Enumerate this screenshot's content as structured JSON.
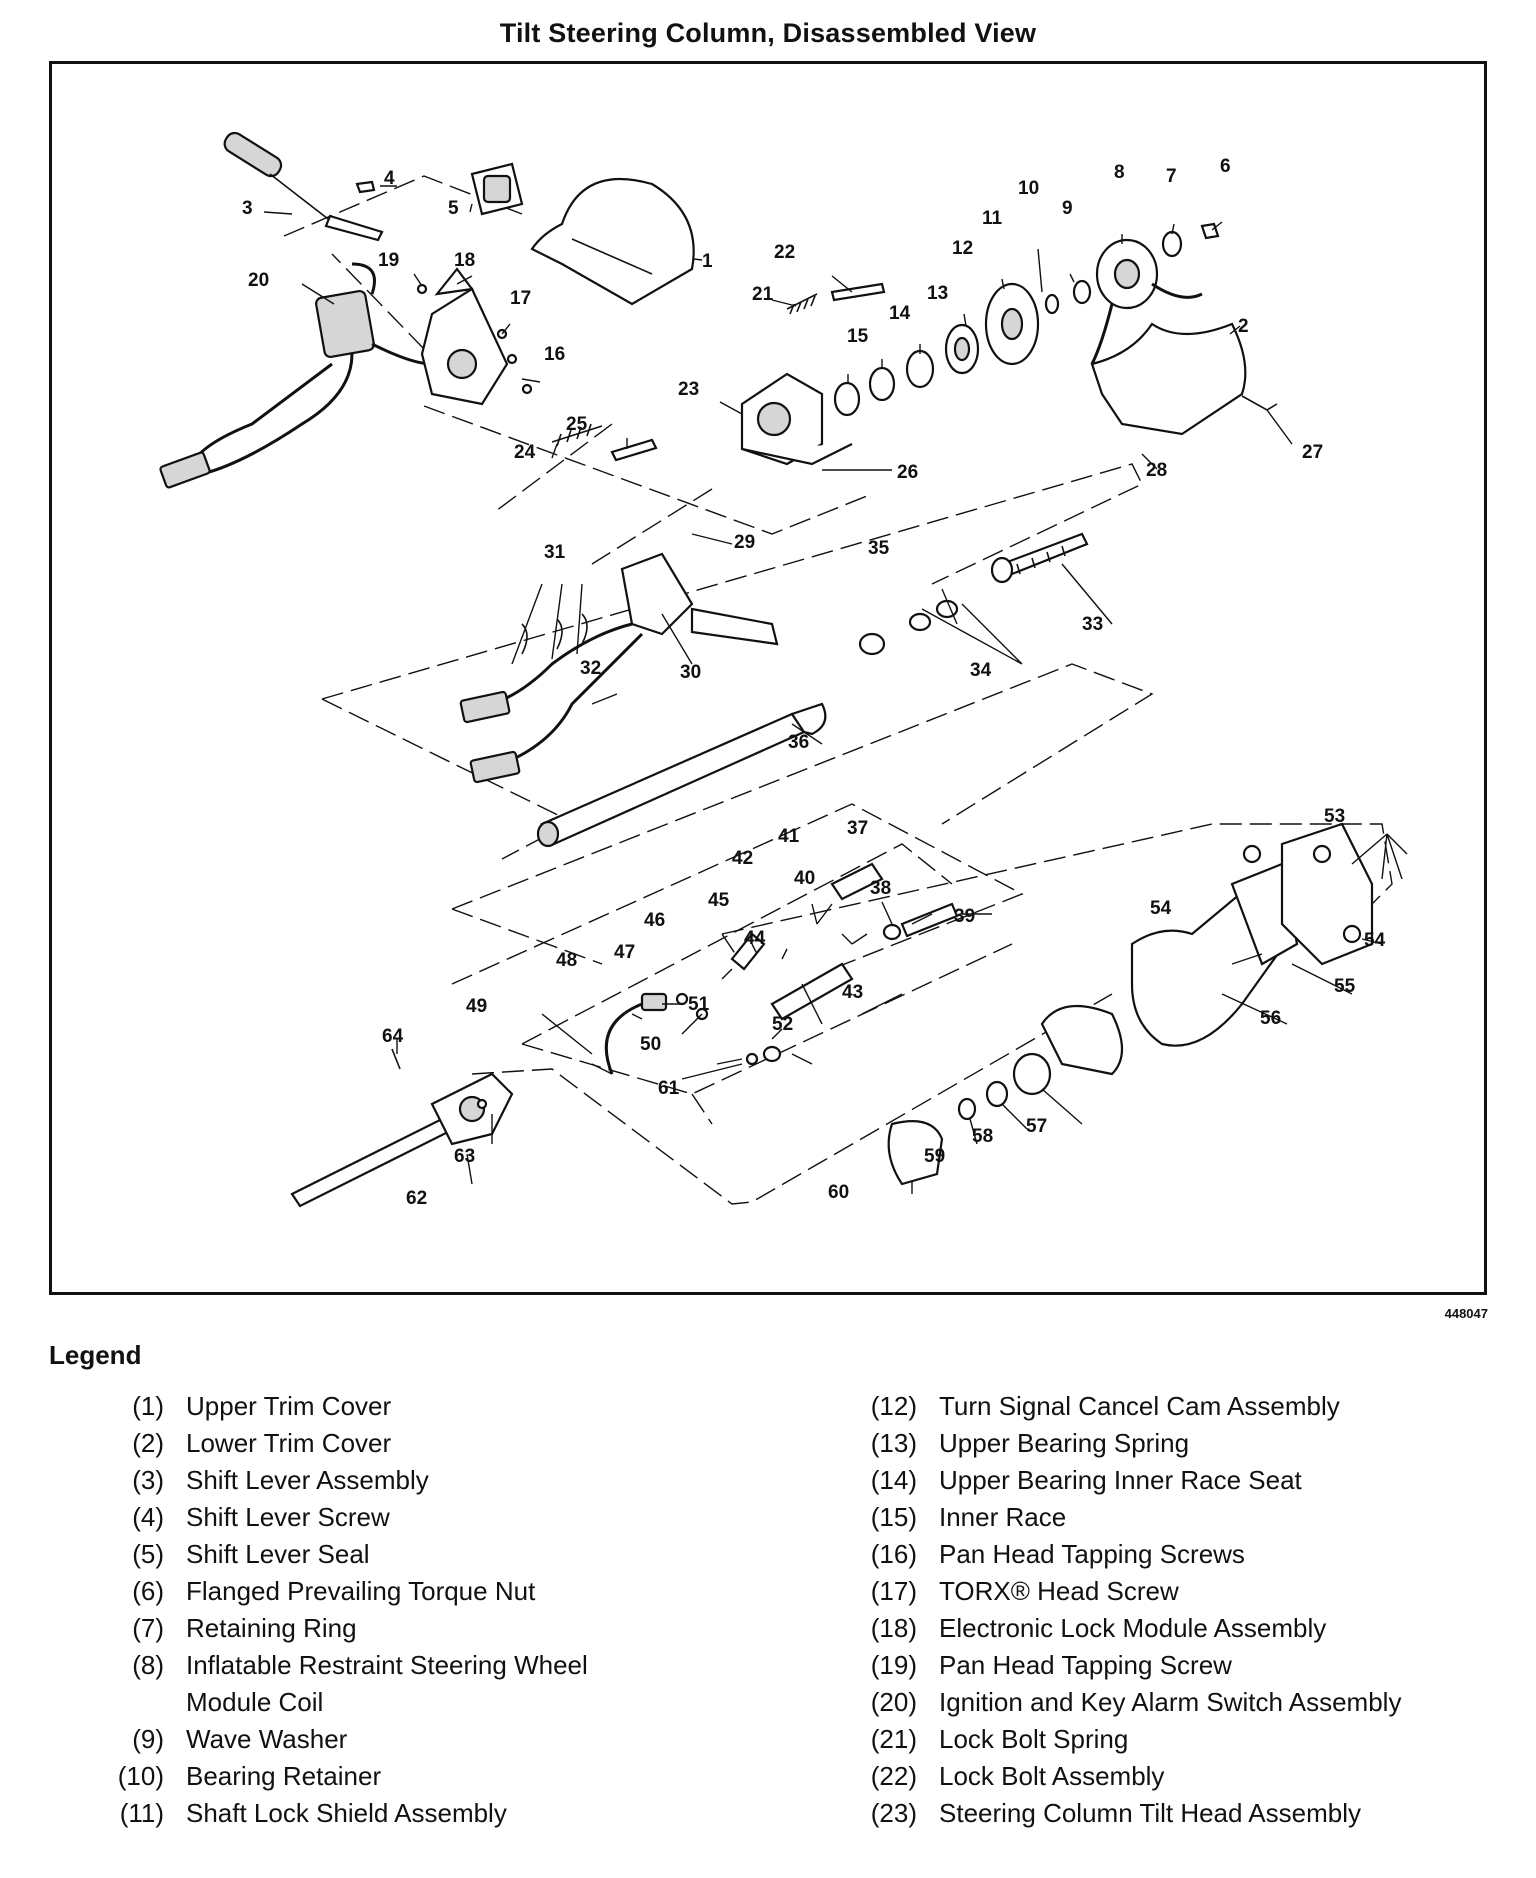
{
  "title": "Tilt Steering Column, Disassembled View",
  "figure_code": "448047",
  "legend_heading": "Legend",
  "legend": [
    {
      "num": "(1)",
      "label": "Upper Trim Cover"
    },
    {
      "num": "(2)",
      "label": "Lower Trim Cover"
    },
    {
      "num": "(3)",
      "label": "Shift Lever Assembly"
    },
    {
      "num": "(4)",
      "label": "Shift Lever Screw"
    },
    {
      "num": "(5)",
      "label": "Shift Lever Seal"
    },
    {
      "num": "(6)",
      "label": "Flanged Prevailing Torque Nut"
    },
    {
      "num": "(7)",
      "label": "Retaining Ring"
    },
    {
      "num": "(8)",
      "label": "Inflatable Restraint Steering Wheel Module Coil"
    },
    {
      "num": "(9)",
      "label": "Wave Washer"
    },
    {
      "num": "(10)",
      "label": "Bearing Retainer"
    },
    {
      "num": "(11)",
      "label": "Shaft Lock Shield Assembly"
    },
    {
      "num": "(12)",
      "label": "Turn Signal Cancel Cam Assembly"
    },
    {
      "num": "(13)",
      "label": "Upper Bearing Spring"
    },
    {
      "num": "(14)",
      "label": "Upper Bearing Inner Race Seat"
    },
    {
      "num": "(15)",
      "label": "Inner Race"
    },
    {
      "num": "(16)",
      "label": "Pan Head Tapping Screws"
    },
    {
      "num": "(17)",
      "label": "TORX® Head Screw"
    },
    {
      "num": "(18)",
      "label": "Electronic Lock Module Assembly"
    },
    {
      "num": "(19)",
      "label": "Pan Head Tapping Screw"
    },
    {
      "num": "(20)",
      "label": "Ignition and Key Alarm Switch Assembly"
    },
    {
      "num": "(21)",
      "label": "Lock Bolt Spring"
    },
    {
      "num": "(22)",
      "label": "Lock Bolt Assembly"
    },
    {
      "num": "(23)",
      "label": "Steering Column Tilt Head Assembly"
    }
  ],
  "callouts": [
    "1",
    "2",
    "3",
    "4",
    "5",
    "6",
    "7",
    "8",
    "9",
    "10",
    "11",
    "12",
    "13",
    "14",
    "15",
    "16",
    "17",
    "18",
    "19",
    "20",
    "21",
    "22",
    "23",
    "24",
    "25",
    "26",
    "27",
    "28",
    "29",
    "30",
    "31",
    "32",
    "33",
    "34",
    "35",
    "36",
    "37",
    "38",
    "39",
    "40",
    "41",
    "42",
    "43",
    "44",
    "45",
    "46",
    "47",
    "48",
    "49",
    "50",
    "51",
    "52",
    "53",
    "54",
    "54",
    "55",
    "56",
    "57",
    "58",
    "59",
    "60",
    "61",
    "62",
    "63",
    "64"
  ]
}
